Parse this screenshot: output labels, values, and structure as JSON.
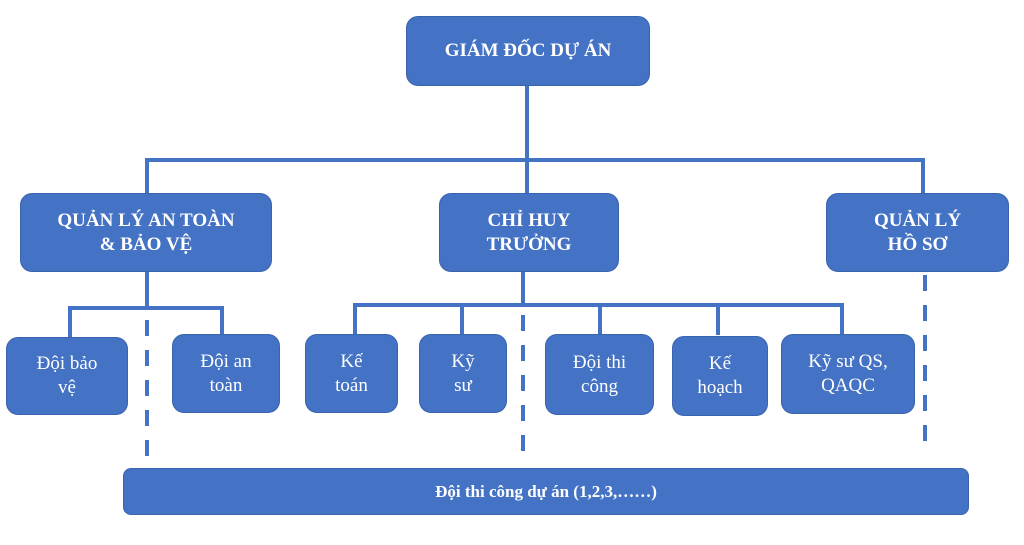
{
  "diagram": {
    "colors": {
      "box_fill": "#4472c4",
      "line": "#4472c4",
      "text": "#ffffff"
    },
    "root": {
      "label": "GIÁM ĐỐC DỰ ÁN"
    },
    "managers": [
      {
        "id": "safety",
        "line1": "QUẢN LÝ AN TOÀN",
        "line2": "& BẢO VỆ"
      },
      {
        "id": "commander",
        "line1": "CHỈ HUY",
        "line2": "TRƯỞNG"
      },
      {
        "id": "records",
        "line1": "QUẢN LÝ",
        "line2": "HỒ SƠ"
      }
    ],
    "teams": [
      {
        "parent": "safety",
        "line1": "Đội bảo",
        "line2": "vệ"
      },
      {
        "parent": "safety",
        "line1": "Đội an",
        "line2": "toàn"
      },
      {
        "parent": "commander",
        "line1": "Kế",
        "line2": "toán"
      },
      {
        "parent": "commander",
        "line1": "Kỹ",
        "line2": "sư"
      },
      {
        "parent": "commander",
        "line1": "Đội thi",
        "line2": "công"
      },
      {
        "parent": "commander",
        "line1": "Kế",
        "line2": "hoạch"
      },
      {
        "parent": "commander",
        "line1": "Kỹ sư QS,",
        "line2": "QAQC"
      }
    ],
    "bottom": {
      "label": "Đội thi công dự án (1,2,3,……)"
    }
  }
}
